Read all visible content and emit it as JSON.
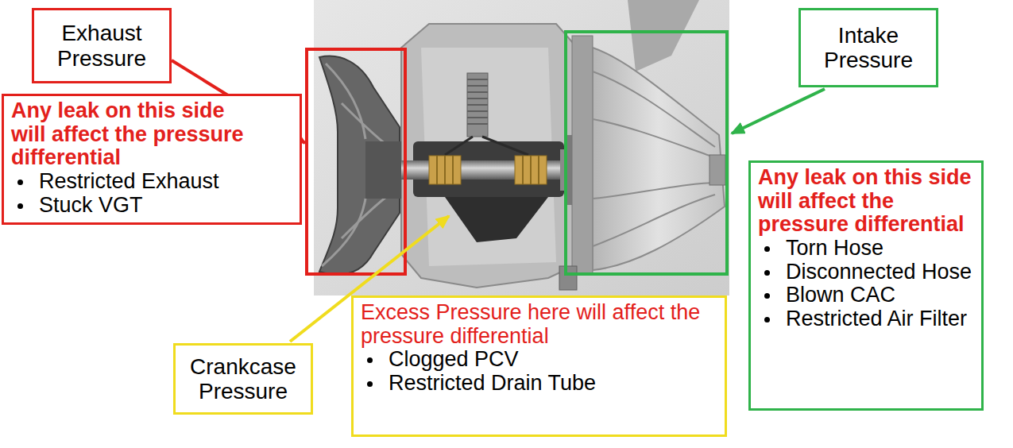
{
  "diagram": {
    "nodes": [
      {
        "text": [
          "Exhaust Pressure"
        ]
      },
      {
        "text": [
          "Any leak on this side will affect the pressure differential",
          "Restricted Exhaust",
          "Stuck VGT"
        ]
      },
      {
        "text": [
          "Intake Pressure"
        ]
      },
      {
        "text": [
          "Any leak on this side will affect the pressure differential",
          "Torn Hose",
          "Disconnected Hose",
          "Blown CAC",
          "Restricted Air Filter"
        ]
      },
      {
        "text": [
          "Crankcase Pressure"
        ]
      },
      {
        "text": [
          "Excess Pressure here will affect the pressure differential",
          "Clogged PCV",
          "Restricted Drain Tube"
        ]
      }
    ]
  }
}
